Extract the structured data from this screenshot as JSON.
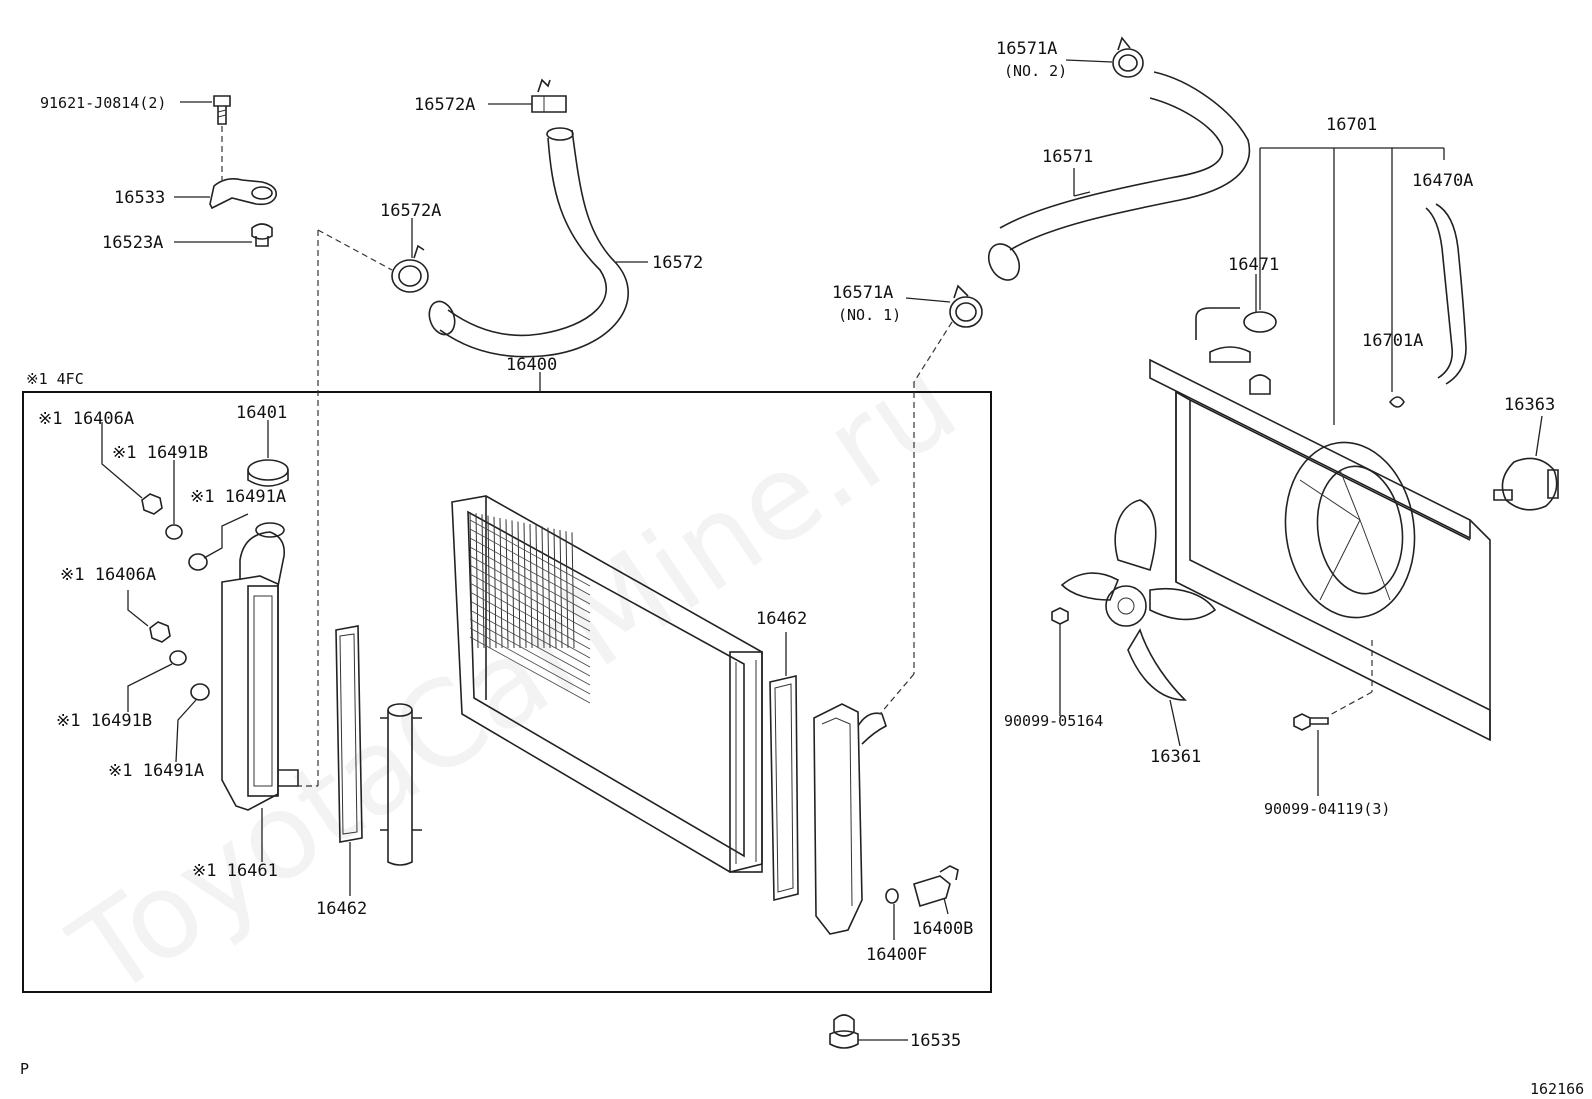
{
  "watermark": "ToyotaCarMine.ru",
  "group_title": "※1  4FC",
  "footer_left": "P",
  "footer_right": "162166",
  "labels": {
    "p91621": "91621-J0814(2)",
    "p16533": "16533",
    "p16523A": "16523A",
    "p16572A_top": "16572A",
    "p16572A_mid": "16572A",
    "p16572": "16572",
    "p16571A_no2": "16571A",
    "no2": "(NO. 2)",
    "p16571": "16571",
    "p16571A_no1": "16571A",
    "no1": "(NO. 1)",
    "p16701": "16701",
    "p16470A": "16470A",
    "p16471": "16471",
    "p16701A": "16701A",
    "p16363": "16363",
    "p16400": "16400",
    "p16406A_1": "※1 16406A",
    "p16491B_1": "※1 16491B",
    "p16401": "16401",
    "p16491A_1": "※1 16491A",
    "p16406A_2": "※1 16406A",
    "p16491B_2": "※1 16491B",
    "p16491A_2": "※1 16491A",
    "p16461": "※1 16461",
    "p16462_left": "16462",
    "p16462_right": "16462",
    "p16400B": "16400B",
    "p16400F": "16400F",
    "p16535": "16535",
    "p90099_05164": "90099-05164",
    "p16361": "16361",
    "p90099_04119": "90099-04119(3)"
  }
}
